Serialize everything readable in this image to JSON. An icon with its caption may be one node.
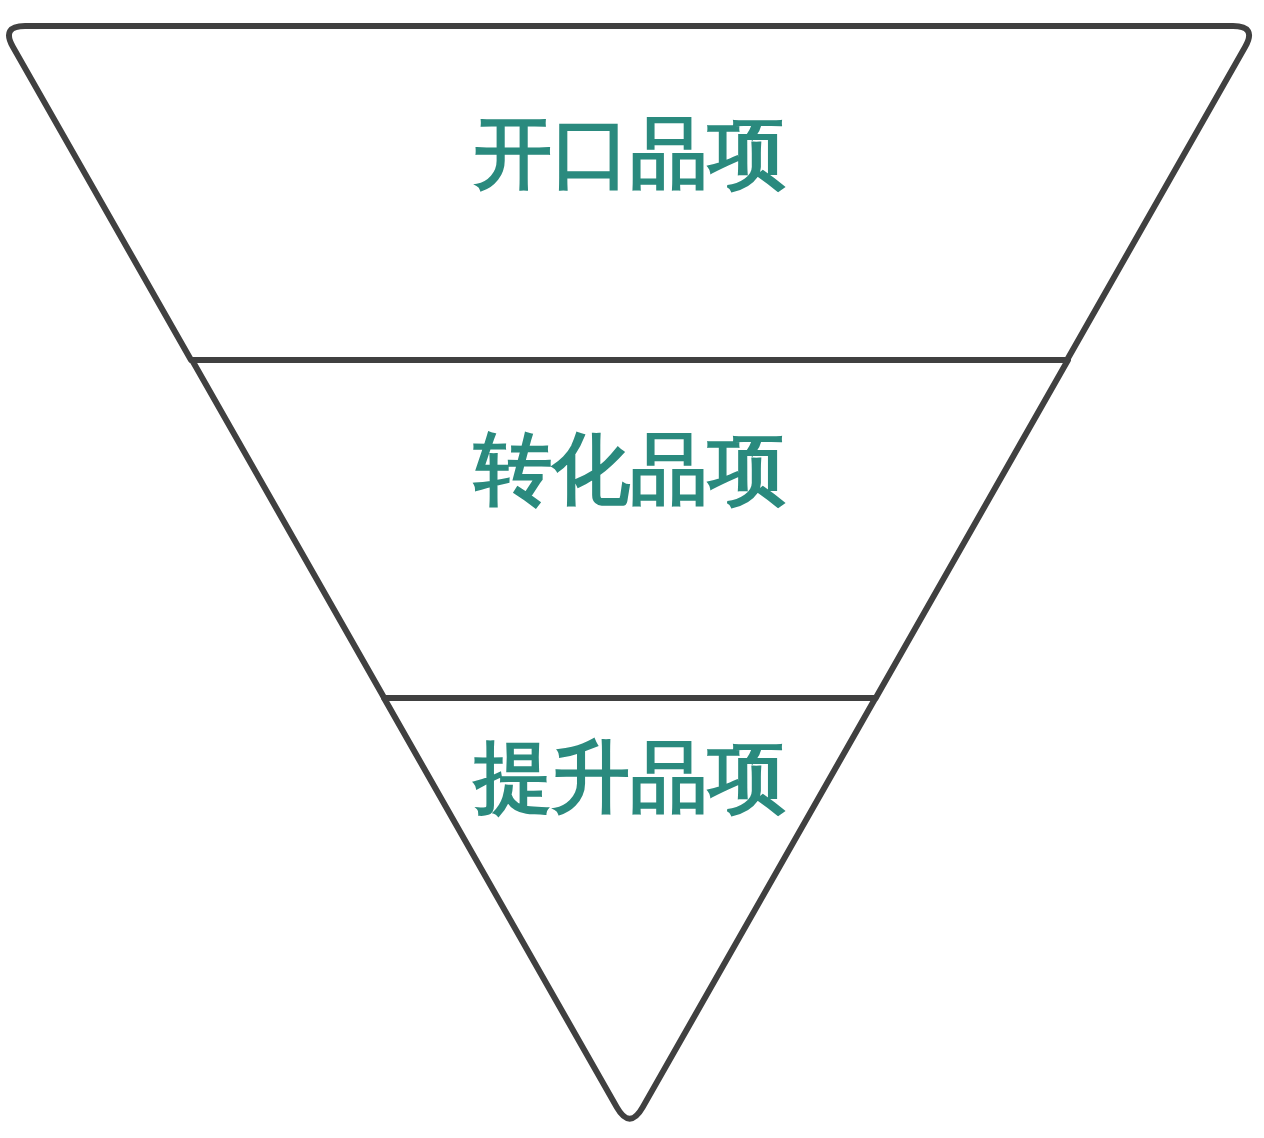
{
  "diagram": {
    "nodes": [
      {
        "text": [
          "开口品项"
        ]
      },
      {
        "text": [
          "转化品项"
        ]
      },
      {
        "text": [
          "提升品项"
        ]
      }
    ]
  }
}
